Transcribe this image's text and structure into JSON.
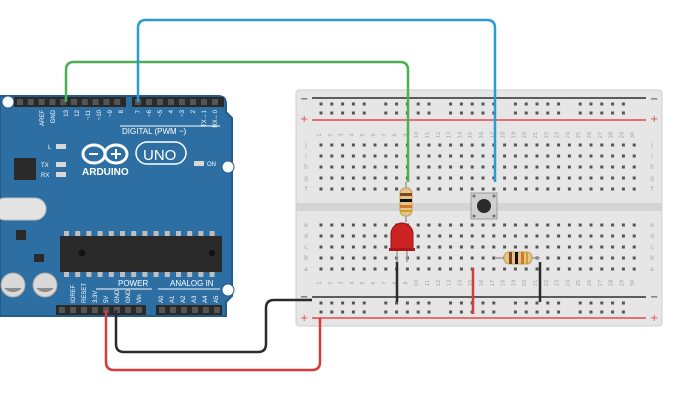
{
  "colors": {
    "board": "#2e6fa3",
    "board_edge": "#245b88",
    "breadboard": "#e6e6e6",
    "rail_red": "#e34a4a",
    "rail_blue": "#2f2f2f",
    "wire_green": "#4caf50",
    "wire_blue": "#2b9bd6",
    "wire_red": "#d63a3a",
    "wire_black": "#2b2b2b",
    "led_red": "#cc2222"
  },
  "arduino": {
    "digital_label": "DIGITAL (PWM ~)",
    "logo_text": "ARDUINO",
    "uno_text": "UNO",
    "power_label": "POWER",
    "analog_label": "ANALOG IN",
    "on_label": "ON",
    "tx_label": "TX",
    "rx_label": "RX",
    "l_label": "L",
    "digital_pins": [
      "AREF",
      "GND",
      "13",
      "12",
      "~11",
      "~10",
      "~9",
      "8",
      "7",
      "~6",
      "~5",
      "4",
      "~3",
      "2",
      "TX→1",
      "RX←0"
    ],
    "power_pins": [
      "IOREF",
      "RESET",
      "3.3V",
      "5V",
      "GND",
      "GND",
      "Vin"
    ],
    "analog_pins": [
      "A0",
      "A1",
      "A2",
      "A3",
      "A4",
      "A5"
    ]
  },
  "breadboard": {
    "rail_minus": "−",
    "rail_plus": "+",
    "columns": [
      "1",
      "2",
      "3",
      "4",
      "5",
      "6",
      "7",
      "8",
      "9",
      "10",
      "11",
      "12",
      "13",
      "14",
      "15",
      "16",
      "17",
      "18",
      "19",
      "20",
      "21",
      "22",
      "23",
      "24",
      "25",
      "26",
      "27",
      "28",
      "29",
      "30"
    ],
    "rows_top": [
      "j",
      "i",
      "h",
      "g",
      "f"
    ],
    "rows_bottom": [
      "e",
      "d",
      "c",
      "b",
      "a"
    ]
  }
}
